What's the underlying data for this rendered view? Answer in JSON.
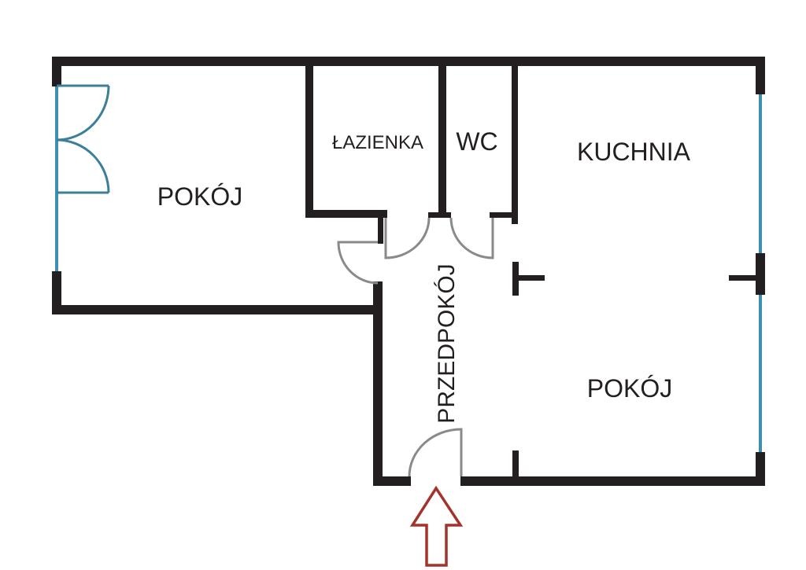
{
  "rooms": {
    "pokoj_left": "POKÓJ",
    "lazienka": "ŁAZIENKA",
    "wc": "WC",
    "kuchnia": "KUCHNIA",
    "przedpokoj": "PRZEDPOKÓJ",
    "pokoj_right": "POKÓJ"
  },
  "colors": {
    "wall": "#231f20",
    "window": "#3e8fb0",
    "door": "#8a8a8a",
    "entrance_arrow": "#a3332b"
  }
}
